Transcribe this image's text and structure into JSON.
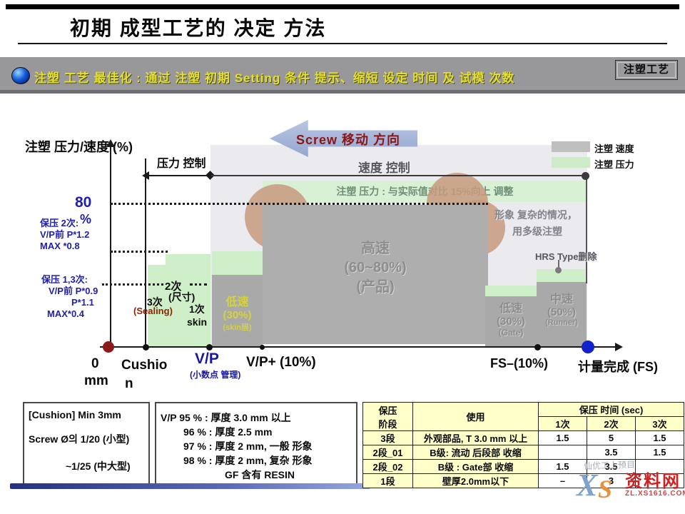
{
  "slide": {
    "title": "初期 成型工艺的 决定 方法",
    "banner": {
      "text": "注塑 工艺 最佳化 : 通过 注塑 初期 Setting 条件 提示、缩短 设定 时间 及 试模 次数",
      "tag": "注塑工艺",
      "text_color": "#e5df2e"
    },
    "chart": {
      "axis_title": "注塑 压力/速度 (%)",
      "screw_label": "Screw 移动 方向",
      "pressure_label": "压力 控制",
      "speed_label": "速度 控制",
      "legend": [
        {
          "label": "注塑 速度",
          "color": "#bfbfbf"
        },
        {
          "label": "注塑 压力",
          "color": "#cdebc8"
        }
      ],
      "pressure_note": "注塑 压力 : 与实际值对比 15%向上 调整",
      "level80": "80",
      "level80_pct": "%",
      "hold2": [
        "保压 2次:",
        "V/P前 P*1.2",
        "MAX *0.8"
      ],
      "hold13": [
        "保压 1,3次:",
        "V/P前 P*0.9",
        "P*1.1",
        "MAX*0.4"
      ],
      "steps": {
        "s2": "2次",
        "size": "(尺寸)",
        "s3": "3次",
        "sealing": "(Sealing)",
        "s1": "1次",
        "skin": "skin"
      },
      "zone_low_skin": [
        "低速",
        "(30%)",
        "(skin层)"
      ],
      "zone_high": [
        "高速",
        "(60~80%)",
        "(产品)"
      ],
      "zone_low_gate": [
        "低速",
        "(30%)",
        "(Gate)"
      ],
      "zone_mid_runner": [
        "中速",
        "(50%)",
        "(Runner)"
      ],
      "complex_note_line1": "形象 复杂的情况，",
      "complex_note_line2": "用多级注塑",
      "hrs_note": "HRS Type删除",
      "x_labels": {
        "zero": "0",
        "mm": "mm",
        "cushion_l1": "Cushio",
        "cushion_l2": "n",
        "vp": "V/P",
        "vp_sub": "(小数点 管理)",
        "vp_plus": "V/P+ (10%)",
        "fs_minus": "FS–(10%)",
        "fs_done": "计量完成 (FS)"
      }
    },
    "info_box1": {
      "line1": "[Cushion] Min 3mm",
      "line2": "Screw Ø의 1/20 (小型)",
      "line3": "~1/25 (中大型)"
    },
    "info_box2": {
      "line1": "V/P 95 % : 厚度 3.0 mm 以上",
      "line2": "96 % : 厚度 2.5 mm",
      "line3": "97 % : 厚度 2 mm, 一般 形象",
      "line4": "98 % : 厚度 2 mm, 复杂 形象",
      "line5": "GF 含有 RESIN"
    },
    "table": {
      "h_stage_l1": "保压",
      "h_stage_l2": "阶段",
      "h_use": "使用",
      "h_time": "保压 时间 (sec)",
      "subcols": [
        "1次",
        "2次",
        "3次"
      ],
      "rows": [
        [
          "3段",
          "外观部品, T 3.0 mm 以上",
          "1.5",
          "5",
          "1.5"
        ],
        [
          "2段_01",
          "B级: 流动 后段部 收缩",
          "",
          "3.5",
          "1.5"
        ],
        [
          "2段_02",
          "B级 : Gate部 收缩",
          "1.5",
          "3.5",
          ""
        ],
        [
          "1段",
          "壁厚2.0mm以下",
          "–",
          "3",
          ""
        ]
      ],
      "header_bg": "#ffffc9"
    },
    "watermark": {
      "scribble": "仙优工上预目",
      "x": "X",
      "s": "S",
      "brand": "资料网",
      "url": "ZL.XS1616.COM",
      "brand_color": "#cc2222"
    }
  }
}
